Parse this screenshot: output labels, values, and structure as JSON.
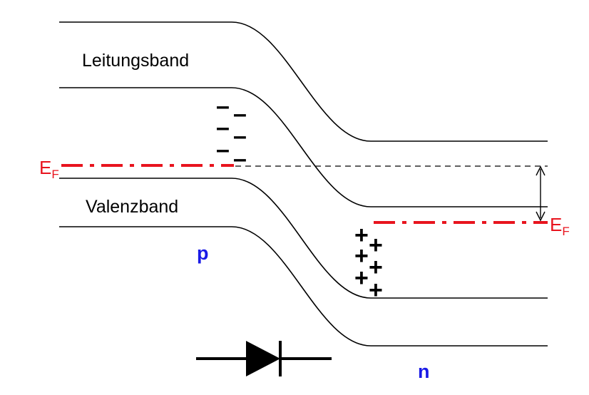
{
  "labels": {
    "conduction_band": "Leitungsband",
    "valence_band": "Valenzband",
    "p_region": "p",
    "n_region": "n",
    "fermi_symbol": "E",
    "fermi_subscript": "F"
  },
  "charges": {
    "negative": [
      "–",
      "–",
      "–",
      "–",
      "–",
      "–"
    ],
    "positive": [
      "+",
      "+",
      "+",
      "+",
      "+",
      "+"
    ]
  },
  "colors": {
    "fermi_level": "#e8141e",
    "region_label": "#1a1ae6",
    "lines": "#000000"
  }
}
